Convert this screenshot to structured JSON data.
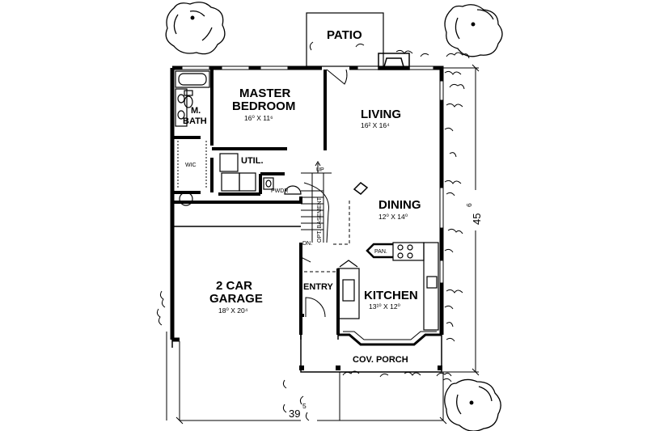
{
  "rooms": {
    "patio": "PATIO",
    "master_bedroom_l1": "MASTER",
    "master_bedroom_l2": "BEDROOM",
    "master_bedroom_dim": "16⁰ X 11⁶",
    "m_bath_l1": "M.",
    "m_bath_l2": "BATH",
    "wic": "WIC",
    "util": "UTIL.",
    "pwdr": "PWDR",
    "living": "LIVING",
    "living_dim": "16² X 16⁴",
    "dining": "DINING",
    "dining_dim": "12⁰ X 14⁰",
    "pan": "PAN.",
    "kitchen": "KITCHEN",
    "kitchen_dim": "13¹⁰ X 12⁰",
    "entry": "ENTRY",
    "garage_l1": "2 CAR",
    "garage_l2": "GARAGE",
    "garage_dim": "18⁰ X 20⁴",
    "porch": "COV. PORCH",
    "stair_up": "UP",
    "stair_dn": "DN.",
    "stair_optional": "OPT. BASEMENT"
  },
  "dimensions": {
    "width": "39",
    "width_inches": "5",
    "depth": "45",
    "depth_inches": "6"
  }
}
